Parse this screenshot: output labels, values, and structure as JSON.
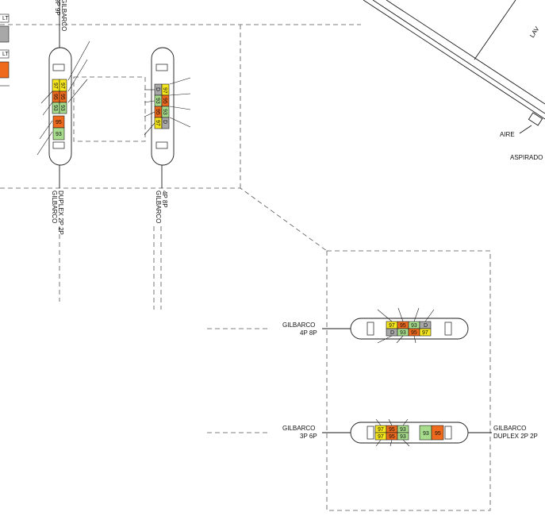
{
  "labels": {
    "gilbarco": "GILBARCO",
    "duplex_2p_2p": "DUPLEX 2P 2P",
    "p4_8p": "4P 8P",
    "p3_6p": "3P 6P",
    "p9_partial": "9P 9P",
    "aire": "AIRE",
    "aspirado_partial": "ASPIRADO",
    "top_right_partial": "LAV",
    "lt_top": "LT",
    "lt_mid": "LT"
  },
  "fuel_codes": {
    "p97": "97",
    "p95": "95",
    "p93": "93",
    "d": "D"
  },
  "colors": {
    "p97": "#f5e61e",
    "p95": "#ef6a1c",
    "p93": "#a6dc8c",
    "d": "#a8a8a8",
    "line": "#1a1a1a",
    "dash": "#555555"
  }
}
